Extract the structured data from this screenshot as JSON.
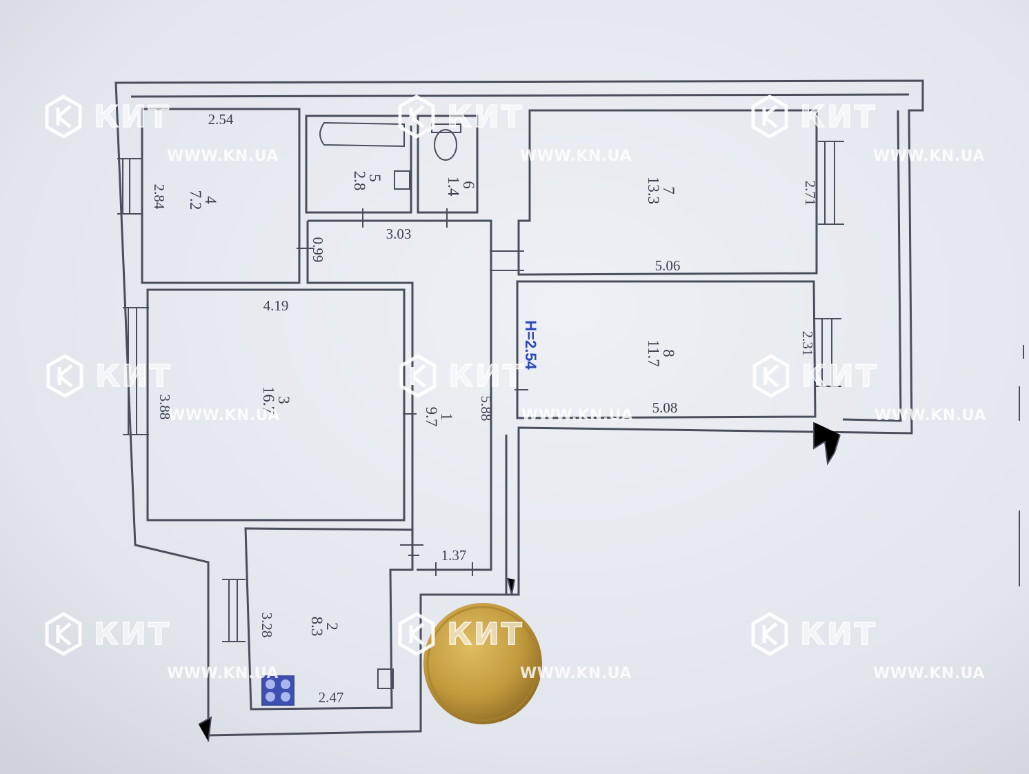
{
  "plan": {
    "height_label": "H=2.54",
    "rooms": [
      {
        "id": "room-1",
        "number": "1",
        "area": "9.7"
      },
      {
        "id": "room-2",
        "number": "2",
        "area": "8.3"
      },
      {
        "id": "room-3",
        "number": "3",
        "area": "16.7"
      },
      {
        "id": "room-4",
        "number": "4",
        "area": "7.2"
      },
      {
        "id": "room-5",
        "number": "5",
        "area": "2.8"
      },
      {
        "id": "room-6",
        "number": "6",
        "area": "1.4"
      },
      {
        "id": "room-7",
        "number": "7",
        "area": "13.3"
      },
      {
        "id": "room-8",
        "number": "8",
        "area": "11.7"
      }
    ],
    "dimensions": [
      "2.54",
      "2.84",
      "3.03",
      "0.99",
      "4.19",
      "3.88",
      "5.88",
      "2.71",
      "5.06",
      "2.31",
      "5.08",
      "1.37",
      "3.28",
      "2.47"
    ]
  },
  "watermark": {
    "brand": "КИТ",
    "url": "WWW.KN.UA"
  },
  "colors": {
    "paper": "#e4e7ee",
    "line": "#4a4d5c",
    "accent": "#2b47b8",
    "coin": "#c29a3e"
  }
}
